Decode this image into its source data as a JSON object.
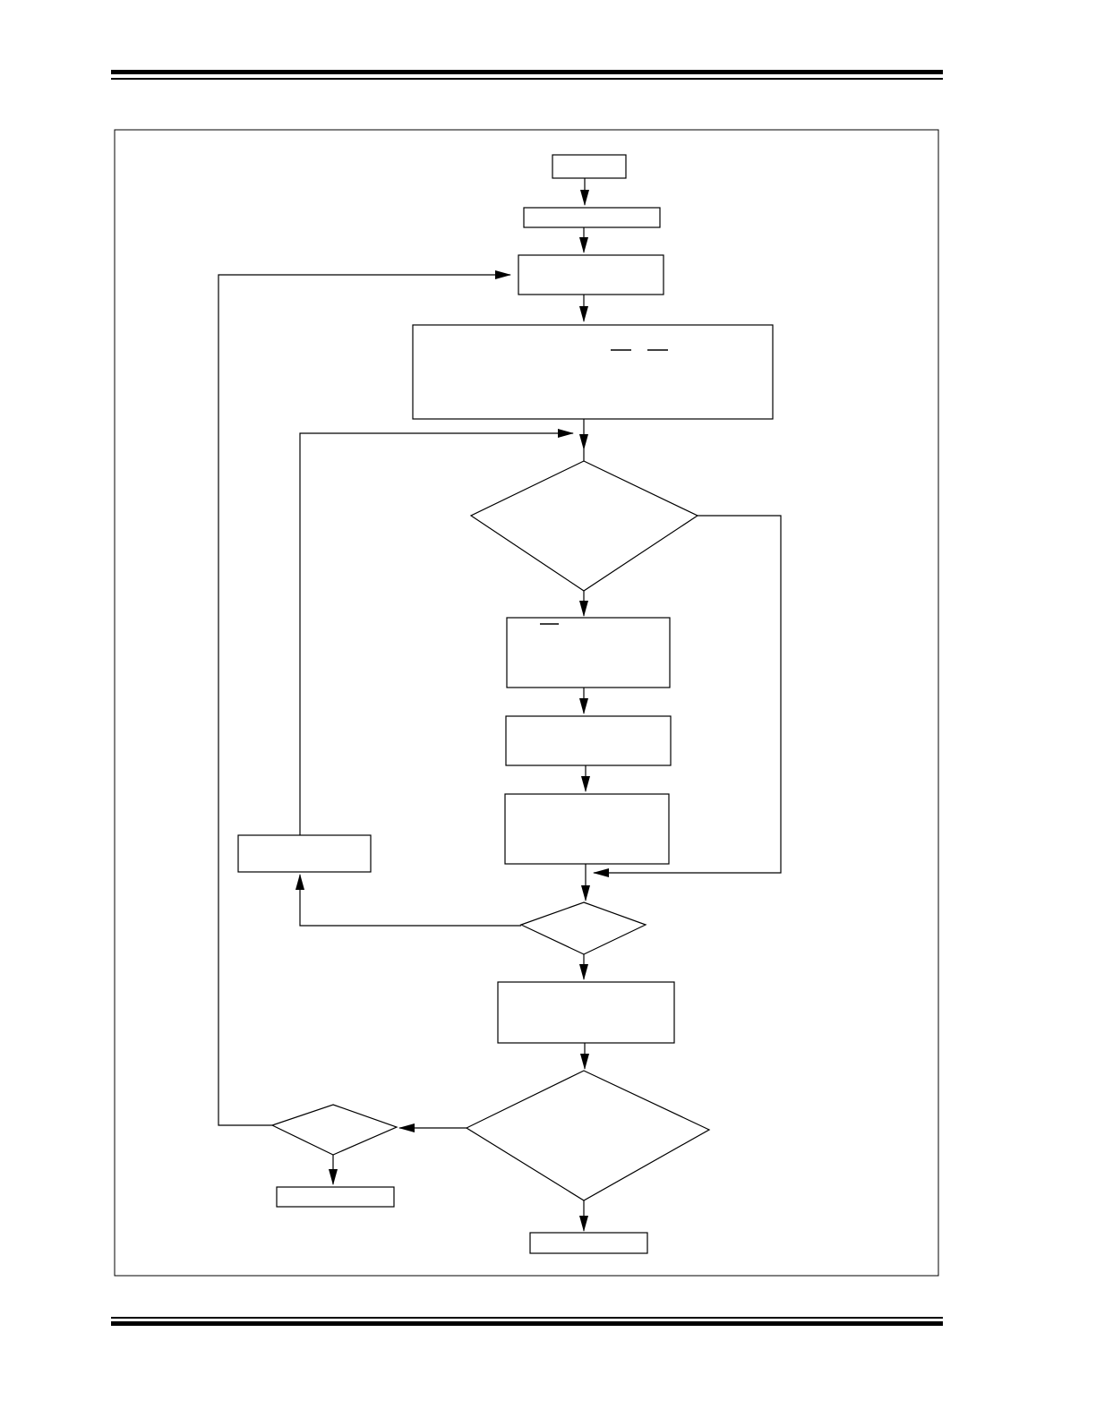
{
  "page": {
    "header_rules": "double-rule",
    "footer_rules": "double-rule"
  },
  "flowchart": {
    "figure_frame": "single-border",
    "stroke_color": "#000000",
    "fill_color": "#ffffff",
    "nodes": [
      {
        "id": "start-terminal",
        "shape": "rect",
        "text": ""
      },
      {
        "id": "step-1",
        "shape": "rect",
        "text": ""
      },
      {
        "id": "step-2",
        "shape": "rect",
        "text": ""
      },
      {
        "id": "step-3",
        "shape": "rect",
        "text": "",
        "overbar_marks": 2
      },
      {
        "id": "decision-1",
        "shape": "diamond",
        "text": ""
      },
      {
        "id": "step-4",
        "shape": "rect",
        "text": "",
        "overbar_marks": 1
      },
      {
        "id": "step-5",
        "shape": "rect",
        "text": ""
      },
      {
        "id": "step-6",
        "shape": "rect",
        "text": ""
      },
      {
        "id": "decision-2",
        "shape": "diamond",
        "text": ""
      },
      {
        "id": "loop-step",
        "shape": "rect",
        "text": ""
      },
      {
        "id": "step-7",
        "shape": "rect",
        "text": ""
      },
      {
        "id": "decision-3",
        "shape": "diamond",
        "text": ""
      },
      {
        "id": "decision-4",
        "shape": "diamond",
        "text": ""
      },
      {
        "id": "end-terminal-left",
        "shape": "rect",
        "text": ""
      },
      {
        "id": "end-terminal-bottom",
        "shape": "rect",
        "text": ""
      }
    ]
  }
}
